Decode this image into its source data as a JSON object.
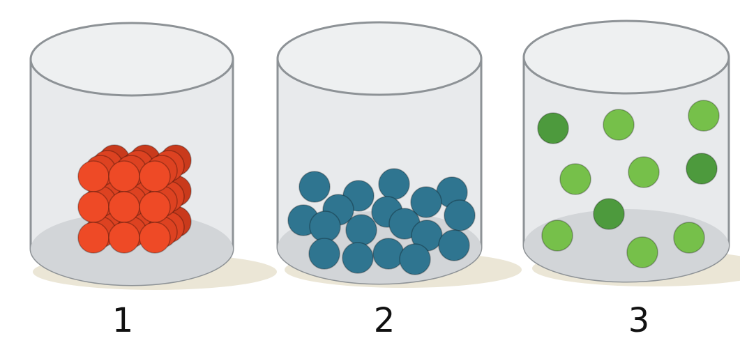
{
  "colors": {
    "background": "#ffffff",
    "glass_fill": "#e8eaec",
    "glass_stroke": "#8d9296",
    "bottom_fill": "#d2d5d8",
    "shadow": "#ebe6d6",
    "solid": "#ee4a26",
    "liquid": "#2f7590",
    "gas_light": "#76c04a",
    "gas_dark": "#4d9a3d"
  },
  "containers": [
    {
      "label": "1",
      "state_icon": "cubic-lattice-particles"
    },
    {
      "label": "2",
      "state_icon": "clustered-particles"
    },
    {
      "label": "3",
      "state_icon": "dispersed-particles"
    }
  ]
}
